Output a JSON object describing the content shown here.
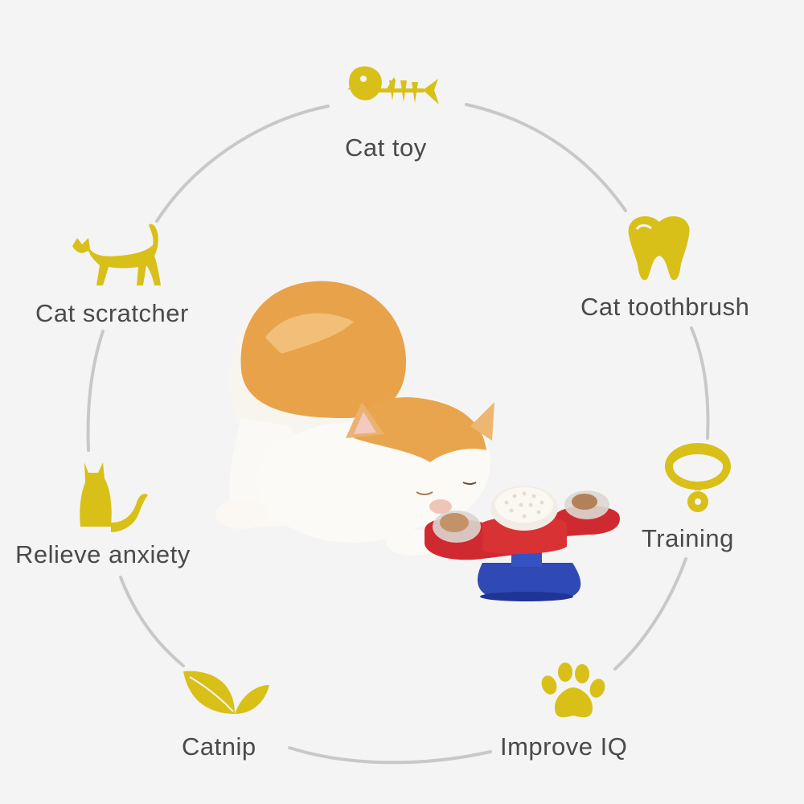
{
  "features": {
    "cat_toy": {
      "label": "Cat toy",
      "icon": "fish-bone-icon"
    },
    "cat_toothbrush": {
      "label": "Cat toothbrush",
      "icon": "tooth-icon"
    },
    "training": {
      "label": "Training",
      "icon": "collar-icon"
    },
    "improve_iq": {
      "label": "Improve IQ",
      "icon": "paw-icon"
    },
    "catnip": {
      "label": "Catnip",
      "icon": "leaf-icon"
    },
    "relieve_anxiety": {
      "label": "Relieve anxiety",
      "icon": "sitting-cat-icon"
    },
    "cat_scratcher": {
      "label": "Cat scratcher",
      "icon": "walking-cat-icon"
    }
  },
  "colors": {
    "icon_yellow": "#d8c019",
    "ring_gray": "#c8c8c8",
    "label_gray": "#4a4a4a",
    "background": "#f4f4f4"
  }
}
